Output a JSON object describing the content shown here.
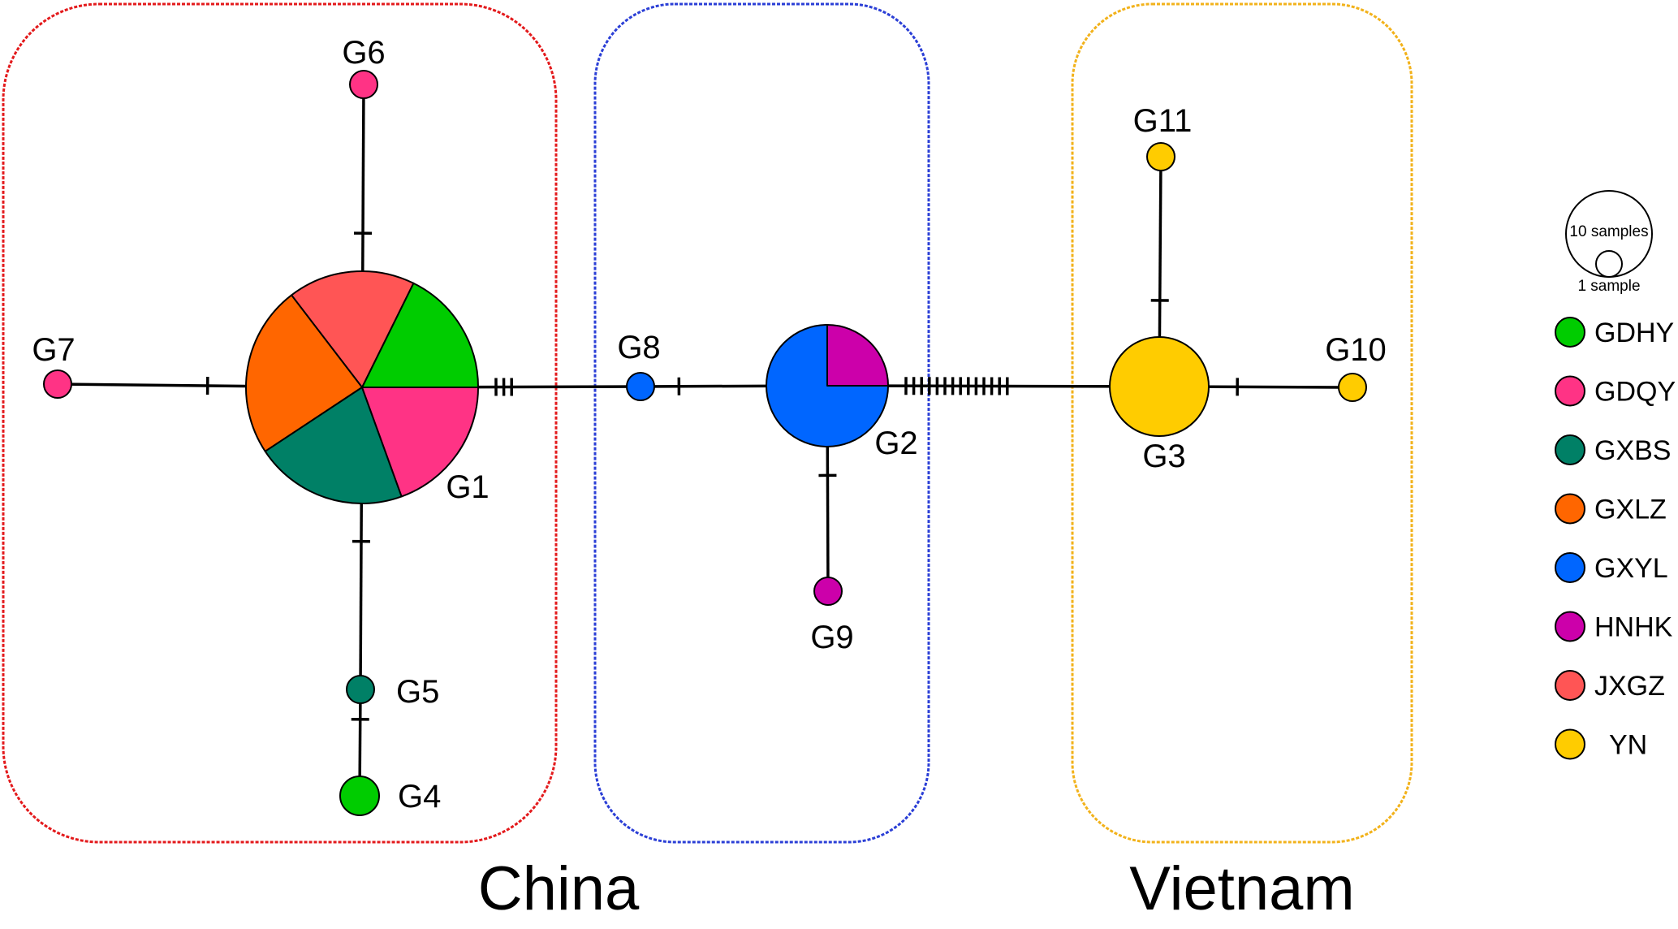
{
  "colors": {
    "GDHY": "#00cc00",
    "GDQY": "#ff3385",
    "GXBS": "#008066",
    "GXLZ": "#ff6600",
    "GXYL": "#0066ff",
    "HNHK": "#cc00aa",
    "JXGZ": "#ff5555",
    "YN": "#ffcc00"
  },
  "regions": [
    {
      "id": "china-group-a",
      "color": "#e31a1c"
    },
    {
      "id": "china-group-b",
      "color": "#2b3fd6"
    },
    {
      "id": "vietnam-group",
      "color": "#f2b21b"
    }
  ],
  "region_labels": {
    "china": "China",
    "vietnam": "Vietnam"
  },
  "haplotypes": [
    {
      "id": "G1",
      "label": "G1",
      "composition": [
        {
          "pop": "GDHY",
          "share": 1
        },
        {
          "pop": "JXGZ",
          "share": 1
        },
        {
          "pop": "GXLZ",
          "share": 1.35
        },
        {
          "pop": "GXBS",
          "share": 1.2
        },
        {
          "pop": "GDQY",
          "share": 1.1
        }
      ]
    },
    {
      "id": "G2",
      "label": "G2",
      "composition": [
        {
          "pop": "HNHK",
          "share": 1
        },
        {
          "pop": "GXYL",
          "share": 3
        }
      ]
    },
    {
      "id": "G3",
      "label": "G3",
      "composition": [
        {
          "pop": "YN",
          "share": 1
        }
      ]
    },
    {
      "id": "G4",
      "label": "G4",
      "composition": [
        {
          "pop": "GDHY",
          "share": 1
        }
      ]
    },
    {
      "id": "G5",
      "label": "G5",
      "composition": [
        {
          "pop": "GXBS",
          "share": 1
        }
      ]
    },
    {
      "id": "G6",
      "label": "G6",
      "composition": [
        {
          "pop": "GDQY",
          "share": 1
        }
      ]
    },
    {
      "id": "G7",
      "label": "G7",
      "composition": [
        {
          "pop": "GDQY",
          "share": 1
        }
      ]
    },
    {
      "id": "G8",
      "label": "G8",
      "composition": [
        {
          "pop": "GXYL",
          "share": 1
        }
      ]
    },
    {
      "id": "G9",
      "label": "G9",
      "composition": [
        {
          "pop": "HNHK",
          "share": 1
        }
      ]
    },
    {
      "id": "G10",
      "label": "G10",
      "composition": [
        {
          "pop": "YN",
          "share": 1
        }
      ]
    },
    {
      "id": "G11",
      "label": "G11",
      "composition": [
        {
          "pop": "YN",
          "share": 1
        }
      ]
    }
  ],
  "links": [
    {
      "from": "G1",
      "to": "G6",
      "mutations": 1
    },
    {
      "from": "G1",
      "to": "G7",
      "mutations": 1
    },
    {
      "from": "G1",
      "to": "G5",
      "mutations": 1
    },
    {
      "from": "G5",
      "to": "G4",
      "mutations": 1
    },
    {
      "from": "G1",
      "to": "G8",
      "mutations": 3
    },
    {
      "from": "G8",
      "to": "G2",
      "mutations": 1
    },
    {
      "from": "G2",
      "to": "G9",
      "mutations": 1
    },
    {
      "from": "G2",
      "to": "G3",
      "mutations": 14
    },
    {
      "from": "G3",
      "to": "G11",
      "mutations": 1
    },
    {
      "from": "G3",
      "to": "G10",
      "mutations": 1
    }
  ],
  "scale": {
    "large_label": "10 samples",
    "small_label": "1 sample"
  },
  "legend": [
    {
      "pop": "GDHY",
      "label": "GDHY"
    },
    {
      "pop": "GDQY",
      "label": "GDQY"
    },
    {
      "pop": "GXBS",
      "label": "GXBS"
    },
    {
      "pop": "GXLZ",
      "label": "GXLZ"
    },
    {
      "pop": "GXYL",
      "label": "GXYL"
    },
    {
      "pop": "HNHK",
      "label": "HNHK"
    },
    {
      "pop": "JXGZ",
      "label": "JXGZ"
    },
    {
      "pop": "YN",
      "label": "YN"
    }
  ]
}
